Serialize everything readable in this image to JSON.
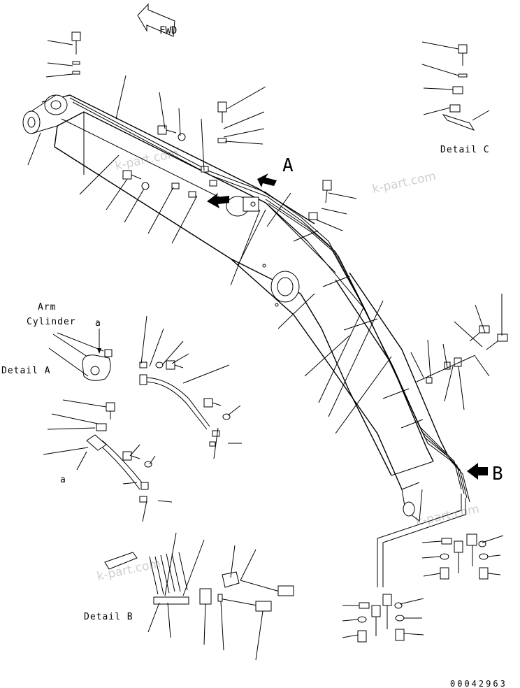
{
  "figure": {
    "fwd_label": "FWD",
    "callout_A": "A",
    "callout_B": "B",
    "detail_a_title": "Detail A",
    "detail_b_title": "Detail B",
    "detail_c_title": "Detail C",
    "arm_cylinder_line1": "Arm",
    "arm_cylinder_line2": "Cylinder",
    "ref_a_top": "a",
    "ref_a_bottom": "a",
    "part_number": "00042963"
  },
  "watermarks": {
    "wm1": "k-part.com",
    "wm2": "k-part.com",
    "wm3": "k-part.com",
    "wm4": "k-part.com"
  }
}
